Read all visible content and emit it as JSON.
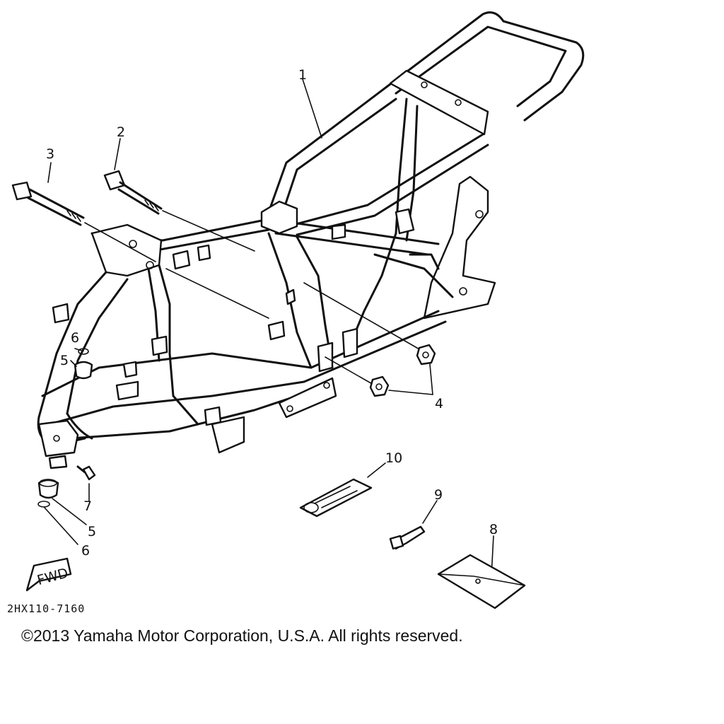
{
  "callouts": {
    "c1": "1",
    "c2": "2",
    "c3": "3",
    "c4": "4",
    "c5a": "5",
    "c5b": "5",
    "c6a": "6",
    "c6b": "6",
    "c7": "7",
    "c8": "8",
    "c9": "9",
    "c10": "10"
  },
  "fwd_label": "FWD",
  "diagram_code": "2HX110-7160",
  "copyright": "©2013 Yamaha Motor Corporation, U.S.A. All rights reserved."
}
